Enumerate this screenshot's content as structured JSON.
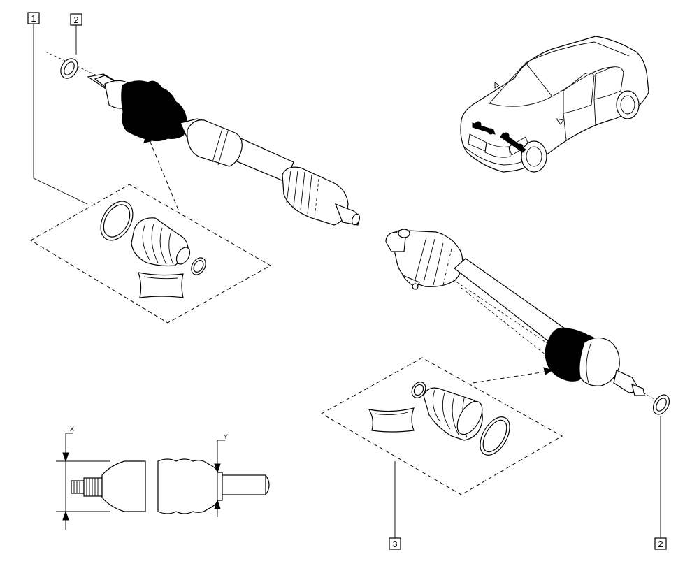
{
  "callouts": [
    {
      "id": "c1",
      "label": "1"
    },
    {
      "id": "c2a",
      "label": "2"
    },
    {
      "id": "c2b",
      "label": "2"
    },
    {
      "id": "c3",
      "label": "3"
    }
  ],
  "dimensions": {
    "x_label": "X",
    "y_label": "Y"
  }
}
